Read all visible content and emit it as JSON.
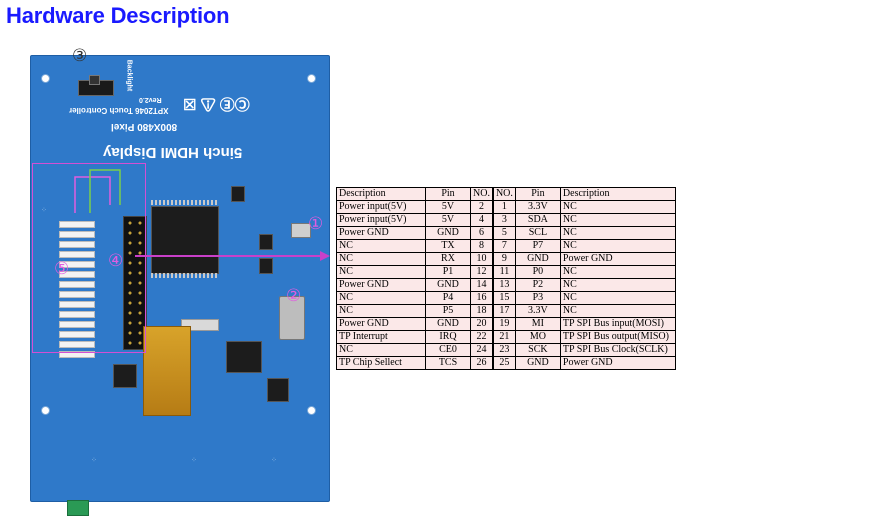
{
  "page": {
    "title": "Hardware Description"
  },
  "board": {
    "silkscreen": {
      "product": "5inch HDMI Display",
      "resolution": "800X480 Pixel",
      "controller": "XPT2046 Touch Controller",
      "revision": "Rev2.0",
      "backlight": "Backlight"
    },
    "markers": [
      "①",
      "②",
      "③",
      "④",
      "⑤"
    ]
  },
  "pin_table": {
    "columns": [
      "Description",
      "Pin",
      "NO.",
      "NO.",
      "Pin",
      "Description"
    ],
    "rows": [
      {
        "left_desc": "Power input(5V)",
        "left_pin": "5V",
        "left_no": "2",
        "right_no": "1",
        "right_pin": "3.3V",
        "right_desc": "NC"
      },
      {
        "left_desc": "Power input(5V)",
        "left_pin": "5V",
        "left_no": "4",
        "right_no": "3",
        "right_pin": "SDA",
        "right_desc": "NC"
      },
      {
        "left_desc": "Power GND",
        "left_pin": "GND",
        "left_no": "6",
        "right_no": "5",
        "right_pin": "SCL",
        "right_desc": "NC"
      },
      {
        "left_desc": "NC",
        "left_pin": "TX",
        "left_no": "8",
        "right_no": "7",
        "right_pin": "P7",
        "right_desc": "NC"
      },
      {
        "left_desc": "NC",
        "left_pin": "RX",
        "left_no": "10",
        "right_no": "9",
        "right_pin": "GND",
        "right_desc": "Power GND"
      },
      {
        "left_desc": "NC",
        "left_pin": "P1",
        "left_no": "12",
        "right_no": "11",
        "right_pin": "P0",
        "right_desc": "NC"
      },
      {
        "left_desc": "Power GND",
        "left_pin": "GND",
        "left_no": "14",
        "right_no": "13",
        "right_pin": "P2",
        "right_desc": "NC"
      },
      {
        "left_desc": "NC",
        "left_pin": "P4",
        "left_no": "16",
        "right_no": "15",
        "right_pin": "P3",
        "right_desc": "NC"
      },
      {
        "left_desc": "NC",
        "left_pin": "P5",
        "left_no": "18",
        "right_no": "17",
        "right_pin": "3.3V",
        "right_desc": "NC"
      },
      {
        "left_desc": "Power GND",
        "left_pin": "GND",
        "left_no": "20",
        "right_no": "19",
        "right_pin": "MI",
        "right_desc": "TP SPI Bus input(MOSI)"
      },
      {
        "left_desc": "TP Interrupt",
        "left_pin": "IRQ",
        "left_no": "22",
        "right_no": "21",
        "right_pin": "MO",
        "right_desc": "TP SPI Bus output(MISO)"
      },
      {
        "left_desc": "NC",
        "left_pin": "CE0",
        "left_no": "24",
        "right_no": "23",
        "right_pin": "SCK",
        "right_desc": "TP SPI Bus Clock(SCLK)"
      },
      {
        "left_desc": "TP Chip Sellect",
        "left_pin": "TCS",
        "left_no": "26",
        "right_no": "25",
        "right_pin": "GND",
        "right_desc": "Power GND"
      }
    ]
  },
  "colors": {
    "title": "#1a1aff",
    "board": "#2f79c9",
    "marker": "#e05de0",
    "table_bg": "#fbe8e8"
  }
}
